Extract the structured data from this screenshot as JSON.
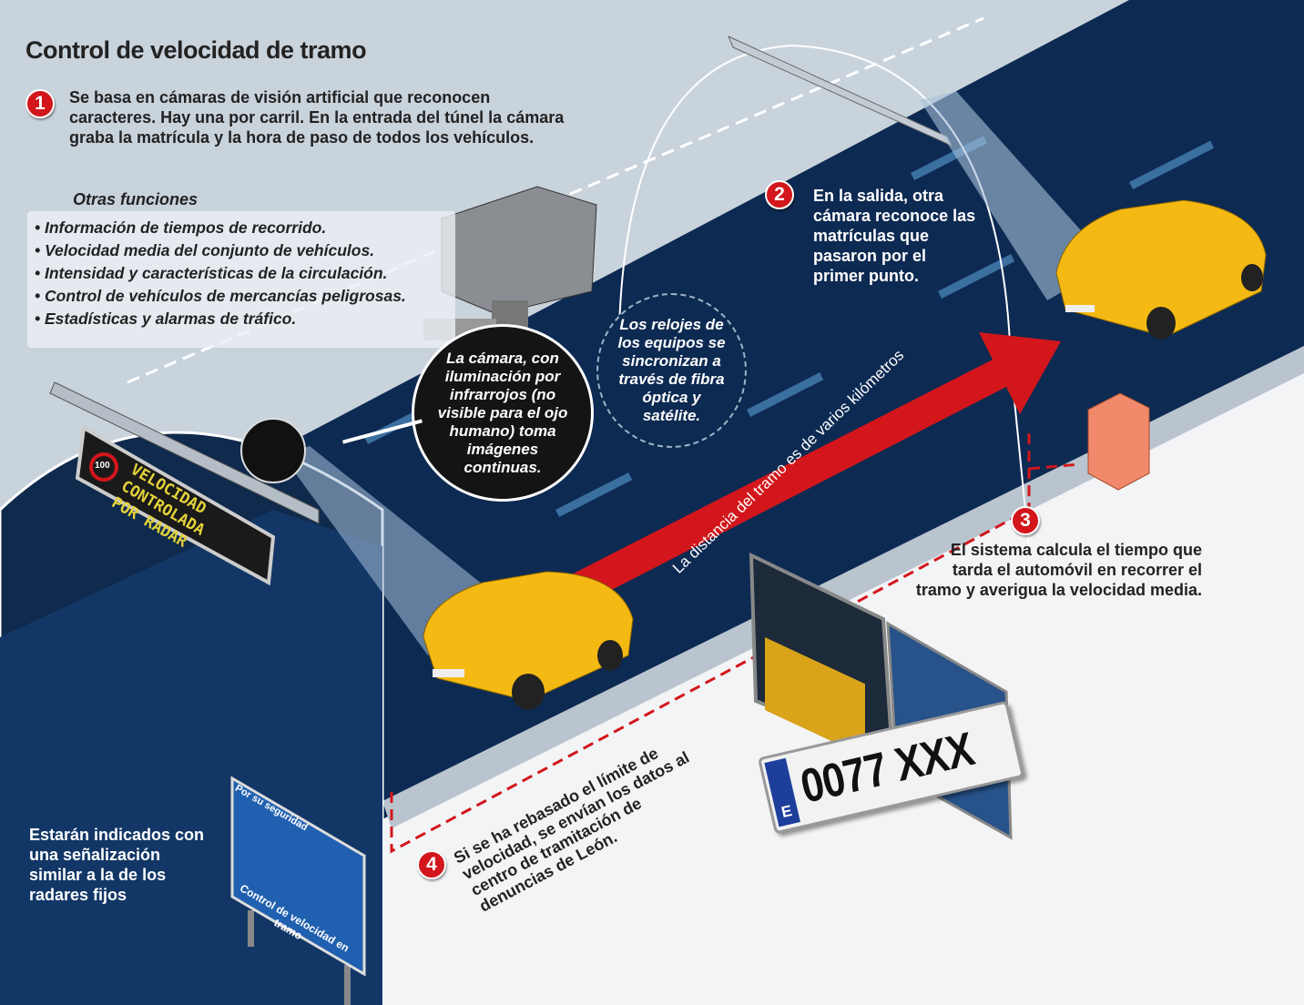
{
  "title": "Control de velocidad de tramo",
  "steps": [
    {
      "number": "1",
      "text": "Se basa en cámaras de visión artificial que reconocen caracteres. Hay una por carril. En la entrada del túnel la cámara graba la matrícula y la hora de paso de todos los vehículos."
    },
    {
      "number": "2",
      "text": "En la salida, otra cámara reconoce las matrículas que pasaron por el primer punto."
    },
    {
      "number": "3",
      "text": "El sistema calcula el tiempo que tarda el automóvil en recorrer el tramo y averigua la velocidad media."
    },
    {
      "number": "4",
      "text": "Si se ha rebasado el límite de velocidad, se envían los datos al centro de tramitación de denuncias de León."
    }
  ],
  "other_functions": {
    "heading": "Otras funciones",
    "items": [
      "• Información de tiempos de recorrido.",
      "• Velocidad media del conjunto de vehículos.",
      "• Intensidad y características de la circulación.",
      "• Control de vehículos de mercancías peligrosas.",
      "• Estadísticas y alarmas de tráfico."
    ]
  },
  "camera_note": "La cámara, con iluminación por infrarrojos (no visible para el ojo humano) toma imágenes continuas.",
  "clock_note": "Los relojes de los equipos se sincronizan a través de fibra óptica y satélite.",
  "distance_arrow": "La distancia del tramo es de varios kilómetros",
  "signage_note": "Estarán indicados con una señalización similar a la de los radares fijos",
  "led_panel": {
    "speed_limit": "100",
    "lines": [
      "VELOCIDAD",
      "CONTROLADA",
      "POR RADAR"
    ]
  },
  "road_sign": {
    "top": "Por su seguridad",
    "bottom": "Control de velocidad en tramo"
  },
  "license_plate": {
    "country": "E",
    "number": "0077 XXX"
  },
  "colors": {
    "road": "#0d2a52",
    "accent_red": "#d2161b",
    "car_yellow": "#f5b914",
    "background": "#c9d3dc"
  }
}
